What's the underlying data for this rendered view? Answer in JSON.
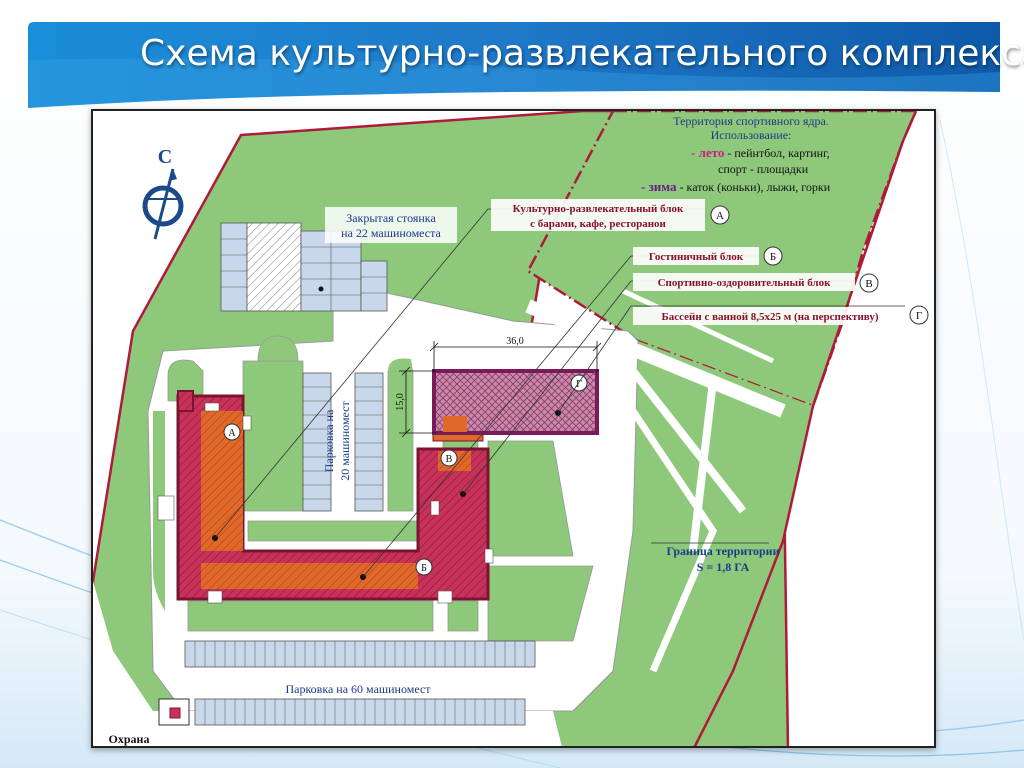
{
  "title": "Схема культурно-развлекательного комплекса",
  "compass": {
    "letter": "С"
  },
  "dimensions": {
    "width": "36,0",
    "height": "15,0"
  },
  "sports_zone": {
    "line1": "Территория спортивного ядра.",
    "line2": "Использование:",
    "summer_label": "- лето",
    "summer_text": " - пейнтбол, картинг,",
    "summer_text2": "спорт - площадки",
    "winter_label": "- зима",
    "winter_text": " - каток (коньки), лыжи, горки"
  },
  "legend": [
    {
      "line1": "Культурно-развлекательный блок",
      "line2": "с барами, кафе, ресторанои",
      "letter": "А"
    },
    {
      "line1": "Гостиничный блок",
      "line2": "",
      "letter": "Б"
    },
    {
      "line1": "Спортивно-оздоровительный блок",
      "line2": "",
      "letter": "В"
    },
    {
      "line1": "Бассейн с ванной 8,5х25 м (на перспективу)",
      "line2": "",
      "letter": "Г"
    }
  ],
  "labels": {
    "covered_parking_1": "Закрытая стоянка",
    "covered_parking_2": "на 22 машиноместа",
    "parking20_1": "Парковка на",
    "parking20_2": "20 машиномест",
    "parking60": "Парковка на 60 машиномест",
    "guard": "Охрана",
    "boundary_1": "Граница территории",
    "boundary_2": "S = 1,8 ГА"
  },
  "block_markers": {
    "a": "А",
    "b": "Б",
    "v": "В",
    "g": "Г"
  },
  "colors": {
    "grass": "#8ec87a",
    "grass_dark": "#6fae5c",
    "parking": "#c8d8ea",
    "building": "#c8325a",
    "building_dark": "#7a1430",
    "orange": "#e0682a",
    "pool": "#c88aa8",
    "pool_border": "#7a1a5a",
    "boundary": "#b01a3a",
    "summer": "#d01a8a",
    "winter": "#6a1a8a",
    "accent_blue": "#1a6ab0"
  }
}
